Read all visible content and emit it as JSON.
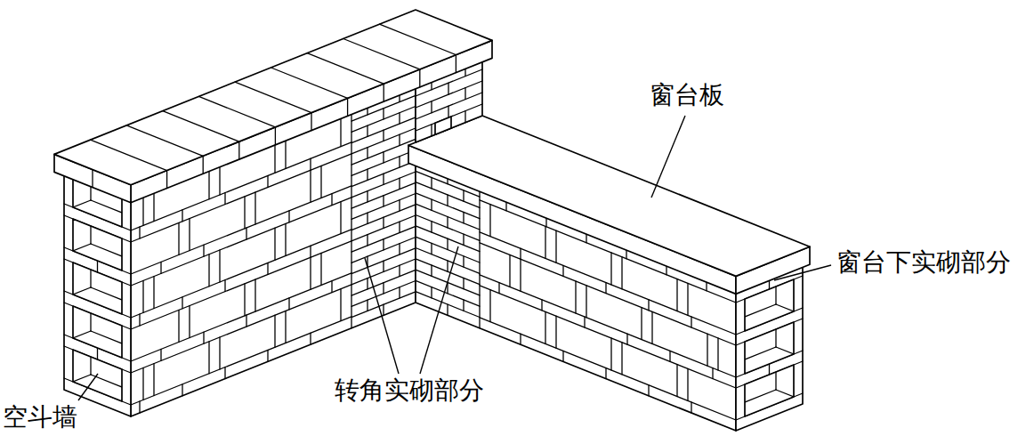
{
  "diagram": {
    "labels": [
      "窗台板",
      "窗台下实砌部分",
      "转角实砌部分",
      "空斗墙"
    ]
  }
}
